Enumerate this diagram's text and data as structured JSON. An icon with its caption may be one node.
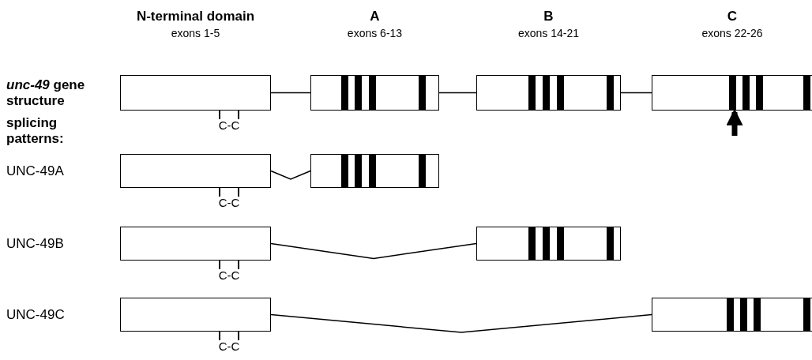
{
  "diagram": {
    "nodes": [
      {
        "text": [
          "N-terminal domain",
          "exons 1-5"
        ],
        "beside": [
          "C-C"
        ]
      },
      {
        "text": [
          "A",
          "exons 6-13"
        ]
      },
      {
        "text": [
          "B",
          "exons 14-21"
        ]
      },
      {
        "text": [
          "C",
          "exons 22-26"
        ]
      },
      {
        "text": [],
        "shape": "box",
        "beside": [
          "C-C"
        ]
      },
      {
        "text": [],
        "shape": "box"
      },
      {
        "text": [],
        "shape": "box",
        "beside": [
          "C-C"
        ]
      },
      {
        "text": [],
        "shape": "box"
      },
      {
        "text": [],
        "shape": "box",
        "beside": [
          "C-C"
        ]
      },
      {
        "text": [],
        "shape": "box"
      }
    ],
    "edges": [
      {
        "from": 0,
        "to": 1,
        "arrow": "none"
      },
      {
        "from": 1,
        "to": 2,
        "arrow": "none"
      },
      {
        "from": 2,
        "to": 3,
        "arrow": "none"
      },
      {
        "from": null,
        "to": 3,
        "arrow": "to",
        "style": "thick"
      },
      {
        "from": 4,
        "to": 5,
        "arrow": "none"
      },
      {
        "from": 6,
        "to": 7,
        "arrow": "none"
      },
      {
        "from": 8,
        "to": 9,
        "arrow": "none"
      }
    ],
    "labels": [
      "*unc-49* gene structure",
      "splicing patterns:",
      "UNC-49A",
      "UNC-49B",
      "UNC-49C"
    ]
  }
}
